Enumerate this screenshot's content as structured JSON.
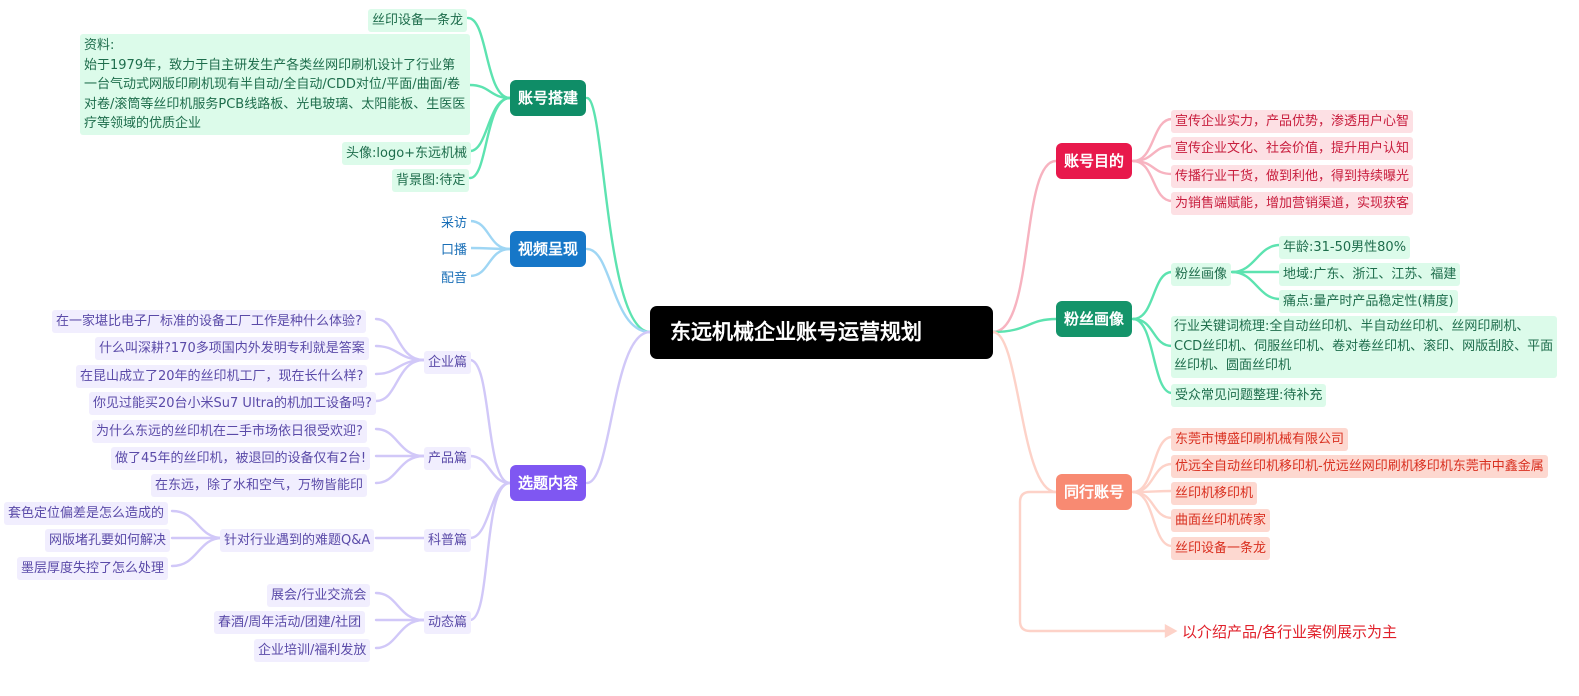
{
  "root": "东远机械企业账号运营规划",
  "left": {
    "account_setup": {
      "title": "账号搭建",
      "items": [
        "丝印设备一条龙",
        "资料:\n始于1979年，致力于自主研发生产各类丝网印刷机设计了行业第一台气动式网版印刷机现有半自动/全自动/CDD对位/平面/曲面/卷对卷/滚筒等丝印机服务PCB线路板、光电玻璃、太阳能板、生医医疗等领域的优质企业",
        "头像:logo+东远机械",
        "背景图:待定"
      ]
    },
    "video": {
      "title": "视频呈现",
      "items": [
        "采访",
        "口播",
        "配音"
      ]
    },
    "topics": {
      "title": "选题内容",
      "enterprise": {
        "title": "企业篇",
        "items": [
          "在一家堪比电子厂标准的设备工厂工作是种什么体验?",
          "什么叫深耕?170多项国内外发明专利就是答案",
          "在昆山成立了20年的丝印机工厂，现在长什么样?",
          "你见过能买20台小米Su7 Ultra的机加工设备吗?"
        ]
      },
      "product": {
        "title": "产品篇",
        "items": [
          "为什么东远的丝印机在二手市场依日很受欢迎?",
          "做了45年的丝印机，被退回的设备仅有2台!",
          "在东远，除了水和空气，万物皆能印"
        ]
      },
      "science": {
        "title": "科普篇",
        "sub": "针对行业遇到的难题Q&A",
        "items": [
          "套色定位偏差是怎么造成的",
          "网版堵孔要如何解决",
          "墨层厚度失控了怎么处理"
        ]
      },
      "news": {
        "title": "动态篇",
        "items": [
          "展会/行业交流会",
          "春酒/周年活动/团建/社团",
          "企业培训/福利发放"
        ]
      }
    }
  },
  "right": {
    "purpose": {
      "title": "账号目的",
      "items": [
        "宣传企业实力，产品优势，渗透用户心智",
        "宣传企业文化、社会价值，提升用户认知",
        "传播行业干货，做到利他，得到持续曝光",
        "为销售端赋能，增加营销渠道，实现获客"
      ]
    },
    "fans": {
      "title": "粉丝画像",
      "profile": {
        "title": "粉丝画像",
        "items": [
          "年龄:31-50男性80%",
          "地域:广东、浙江、江苏、福建",
          "痛点:量产时产品稳定性(精度)"
        ]
      },
      "keywords": "行业关键词梳理:全自动丝印机、半自动丝印机、丝网印刷机、CCD丝印机、伺服丝印机、卷对卷丝印机、滚印、网版刮胶、平面丝印机、圆面丝印机",
      "faq": "受众常见问题整理:待补充"
    },
    "peers": {
      "title": "同行账号",
      "items": [
        "东莞市博盛印刷机械有限公司",
        "优远全自动丝印机移印机-优远丝网印刷机移印机东莞市中鑫金属",
        "丝印机移印机",
        "曲面丝印机砖家",
        "丝印设备一条龙"
      ],
      "note": "以介绍产品/各行业案例展示为主"
    }
  },
  "colors": {
    "account_setup": "#0f8d67",
    "video": "#1677c8",
    "topics": "#7f57f2",
    "purpose": "#e8194c",
    "fans": "#14946a",
    "peers": "#f88a72"
  }
}
